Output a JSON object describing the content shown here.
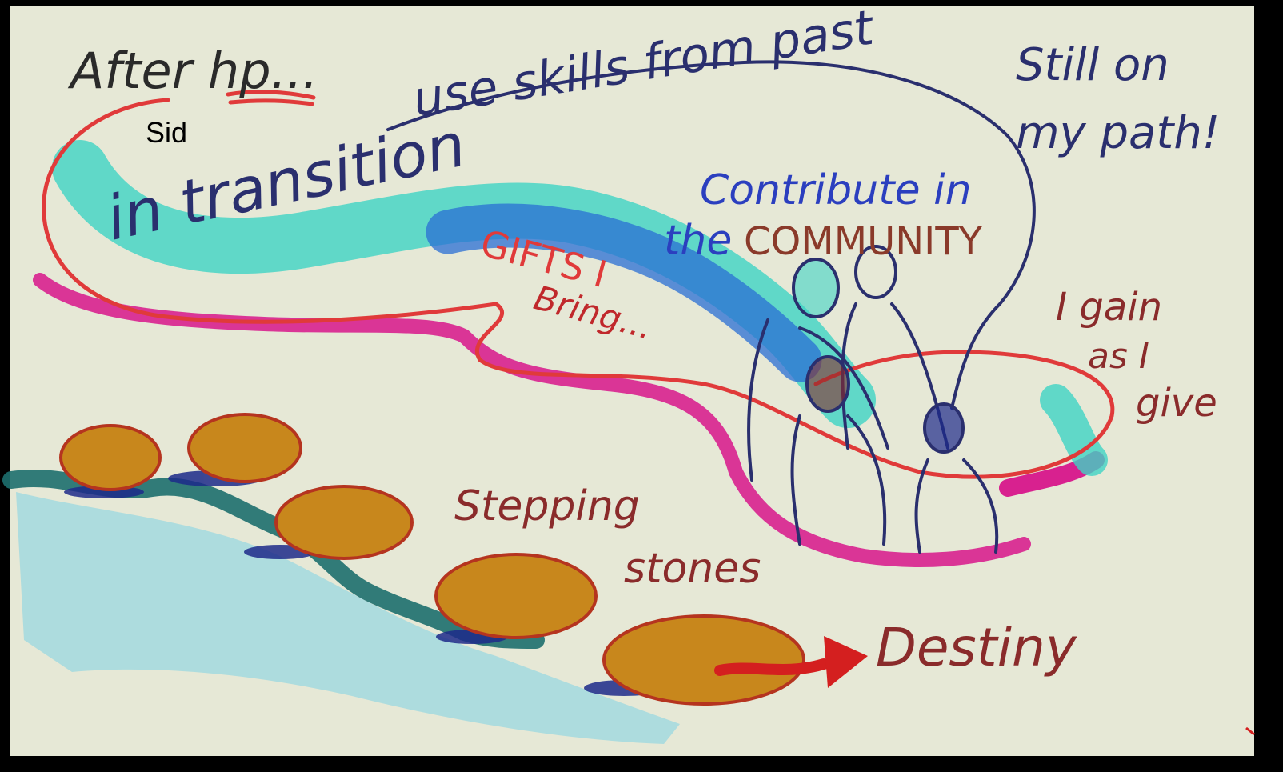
{
  "texts": {
    "after_hp": "After hp...",
    "sid": "Sid",
    "use_skills": "use skills from past",
    "still_on": "Still on",
    "my_path": "my path!",
    "in_transition": "in transition",
    "contribute_in": "Contribute in",
    "the": "the",
    "community": "COMMUNITY",
    "gifts_i": "GIFTS I",
    "bring": "Bring...",
    "i_gain": "I gain",
    "as_i": "as I",
    "give": "give",
    "stepping": "Stepping",
    "stones": "stones",
    "destiny": "Destiny"
  },
  "colors": {
    "background": "#e6e8d6",
    "frame": "#000000",
    "navy": "#2a2f6e",
    "ink_black": "#2a2a2a",
    "red_line": "#e03a3a",
    "magenta": "#d8218f",
    "teal": "#3fd3c4",
    "blue": "#2a6fd4",
    "brown": "#8a2b2b",
    "stone": "#c8871c",
    "water_dark": "#1d6f6e",
    "water_light": "#9ad8e0"
  },
  "icons": [
    "stepping-stone",
    "people-figures",
    "arrow-right"
  ]
}
